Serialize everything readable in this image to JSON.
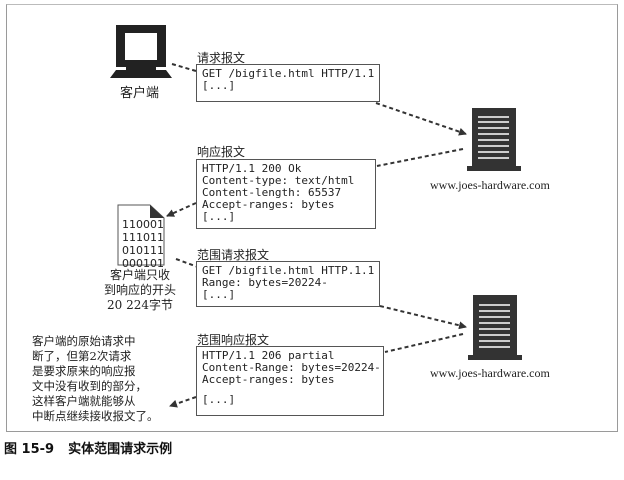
{
  "client": {
    "label": "客户端"
  },
  "request": {
    "title": "请求报文",
    "lines": [
      "GET /bigfile.html HTTP/1.1",
      "[...]"
    ]
  },
  "response": {
    "title": "响应报文",
    "lines": [
      "HTTP/1.1 200 Ok",
      "Content-type: text/html",
      "Content-length: 65537",
      "Accept-ranges: bytes",
      "[...]"
    ]
  },
  "partial_file": {
    "bits": [
      "110001",
      "111011",
      "010111",
      "000101"
    ],
    "caption": [
      "客户端只收",
      "到响应的开头",
      "20 224字节"
    ]
  },
  "range_request": {
    "title": "范围请求报文",
    "lines": [
      "GET /bigfile.html HTTP.1.1",
      "Range: bytes=20224-",
      "[...]"
    ]
  },
  "range_response": {
    "title": "范围响应报文",
    "lines": [
      "HTTP/1.1 206 partial",
      "Content-Range: bytes=20224-",
      "Accept-ranges: bytes",
      "",
      "[...]"
    ]
  },
  "server_top": {
    "host": "www.joes-hardware.com"
  },
  "server_bottom": {
    "host": "www.joes-hardware.com"
  },
  "note": {
    "lines": [
      "客户端的原始请求中",
      "断了，但第2次请求",
      "是要求原来的响应报",
      "文中没有收到的部分，",
      "这样客户端就能够从",
      "中断点继续接收报文了。"
    ]
  },
  "figure": {
    "number": "图 15-9",
    "title": "实体范围请求示例"
  }
}
